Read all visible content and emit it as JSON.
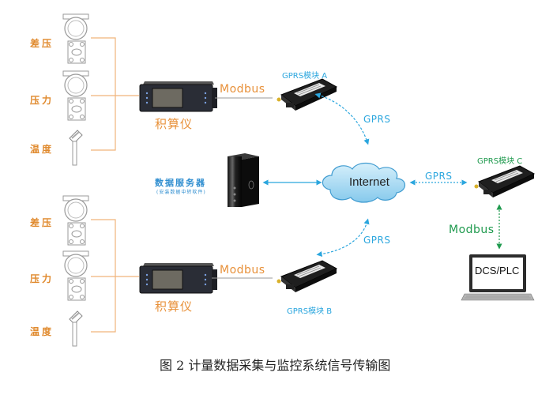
{
  "figure": {
    "caption": "图 2 计量数据采集与监控系统信号传输图"
  },
  "groups": [
    {
      "sensors": [
        {
          "label": "差压",
          "icon": "pressure-transmitter-icon"
        },
        {
          "label": "压力",
          "icon": "pressure-transmitter-icon"
        },
        {
          "label": "温度",
          "icon": "temperature-sensor-icon"
        }
      ],
      "computer_label": "积算仪",
      "link_label": "Modbus",
      "gprs_module_label": "GPRS模块 A",
      "wireless_label": "GPRS"
    },
    {
      "sensors": [
        {
          "label": "差压",
          "icon": "pressure-transmitter-icon"
        },
        {
          "label": "压力",
          "icon": "pressure-transmitter-icon"
        },
        {
          "label": "温度",
          "icon": "temperature-sensor-icon"
        }
      ],
      "computer_label": "积算仪",
      "link_label": "Modbus",
      "gprs_module_label": "GPRS模块 B",
      "wireless_label": "GPRS"
    }
  ],
  "server": {
    "title": "数据服务器",
    "subtitle": "(安装数据中转软件)"
  },
  "internet": {
    "label": "Internet"
  },
  "remote": {
    "wireless_label": "GPRS",
    "gprs_module_label": "GPRS模块 C",
    "link_label": "Modbus",
    "terminal_label": "DCS/PLC"
  },
  "colors": {
    "wire": "#f0b37a",
    "orange_text": "#e8913a",
    "blue_text": "#2ba6de",
    "green_text": "#1f9a4e",
    "cloud_fill": "#a9dcf3"
  }
}
